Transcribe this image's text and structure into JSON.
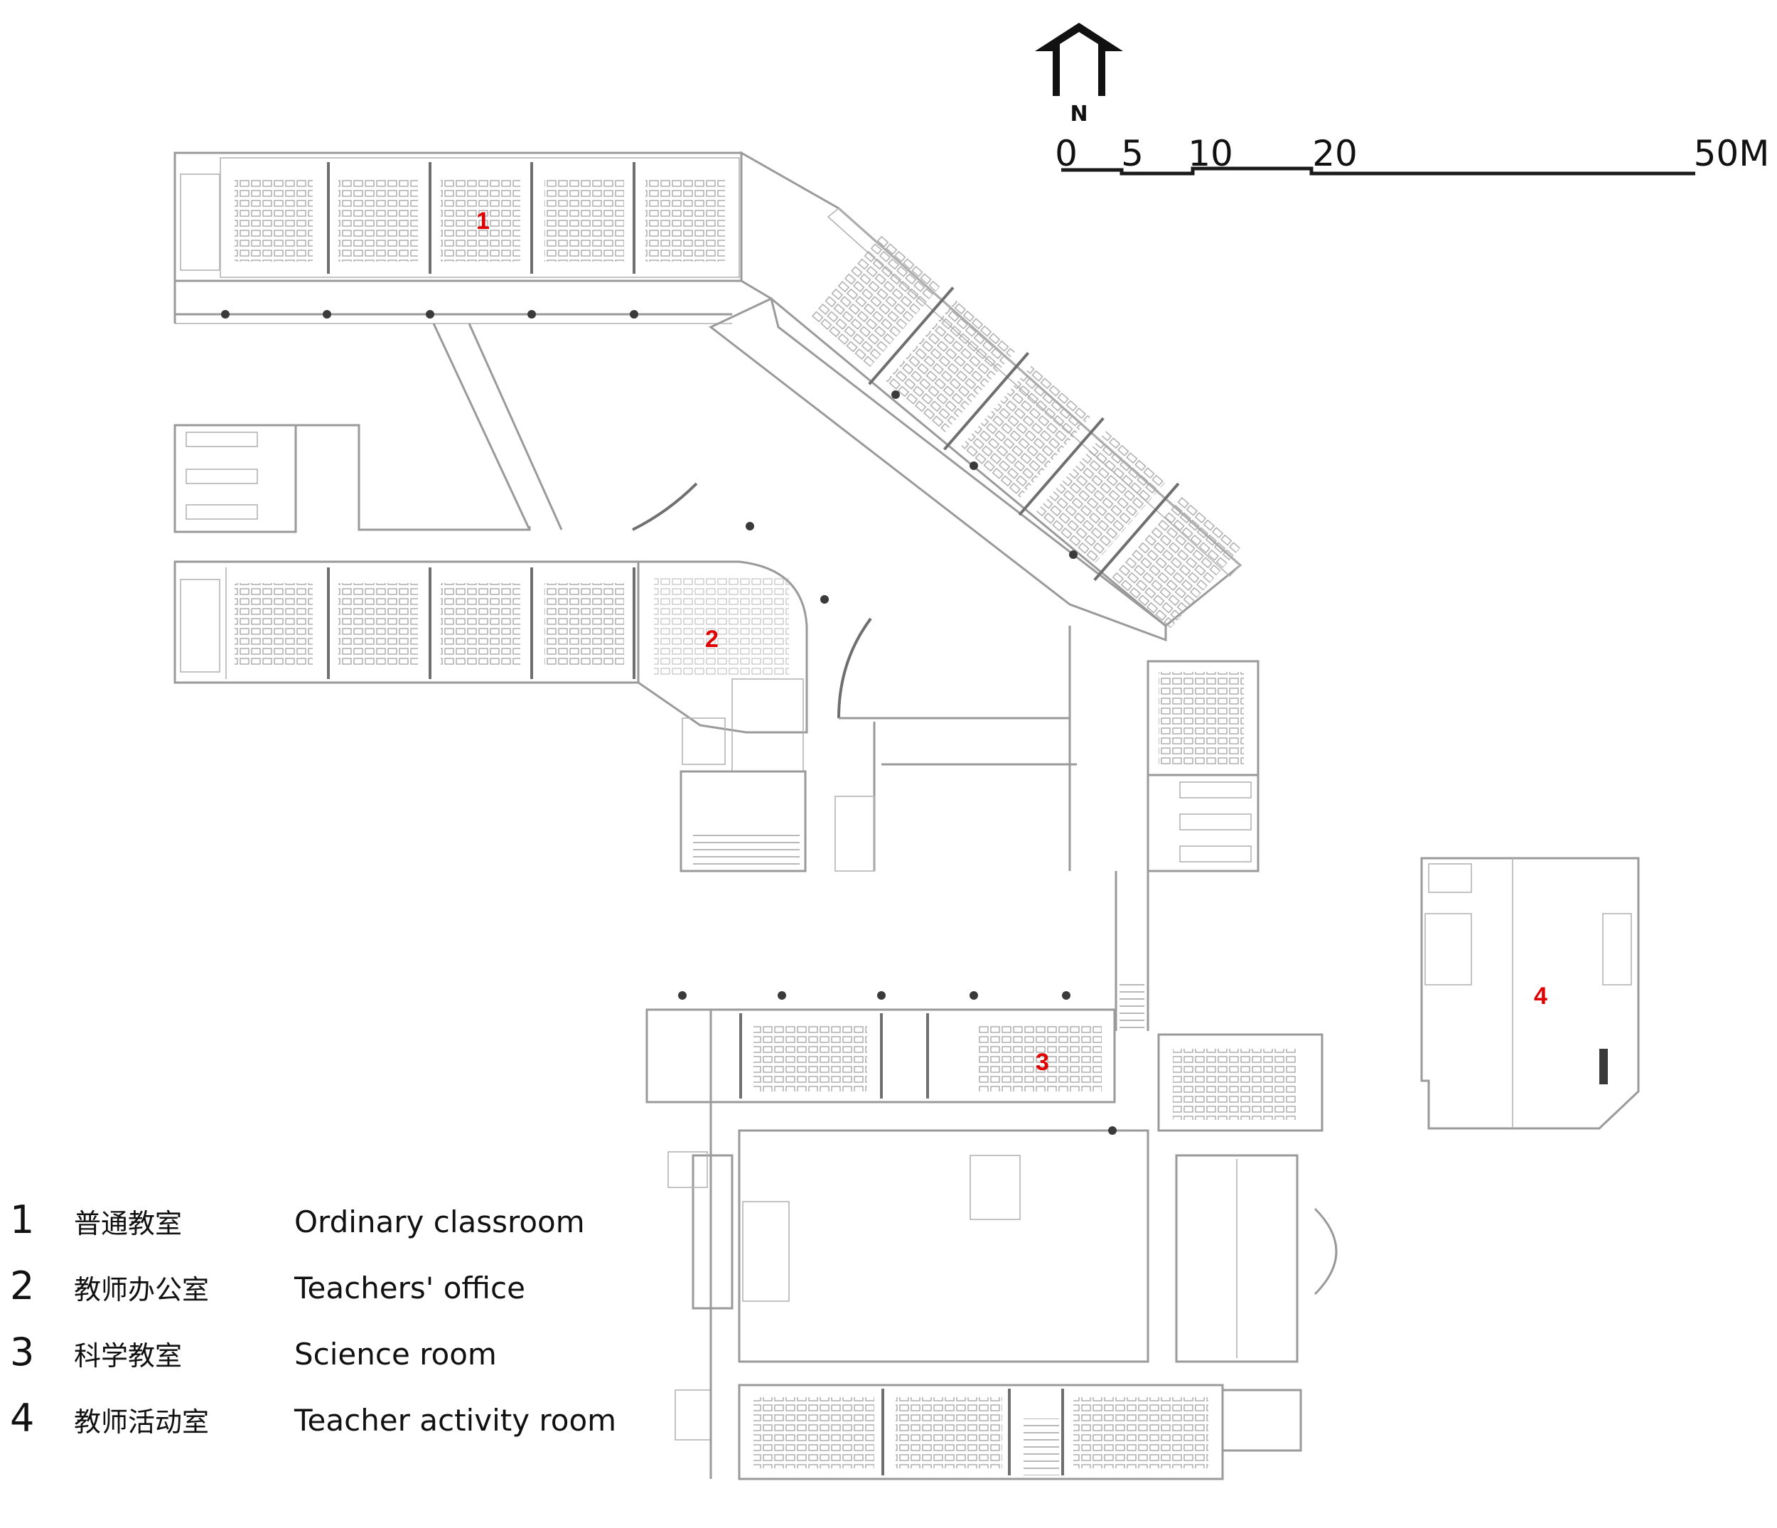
{
  "room_labels": [
    "1",
    "2",
    "3",
    "4"
  ],
  "scale_bar": {
    "ticks": [
      "0",
      "5",
      "10",
      "20",
      "50M"
    ]
  },
  "legend": [
    {
      "number": "1",
      "chinese": "普通教室",
      "english": "Ordinary classroom"
    },
    {
      "number": "2",
      "chinese": "教师办公室",
      "english": "Teachers'  office"
    },
    {
      "number": "3",
      "chinese": "科学教室",
      "english": "Science room"
    },
    {
      "number": "4",
      "chinese": "教师活动室",
      "english": "Teacher activity room"
    }
  ],
  "north_arrow": {
    "letter": "N",
    "icon": "north-arrow-icon"
  },
  "colors": {
    "label_red": "#e00000",
    "wall_gray": "#9a9a9a",
    "ink": "#111111"
  }
}
